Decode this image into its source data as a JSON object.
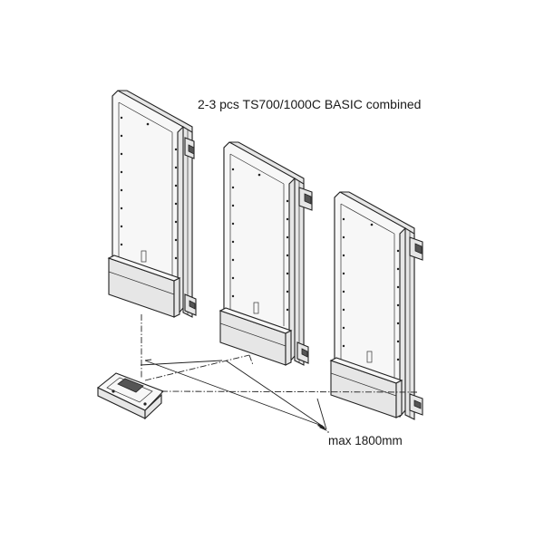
{
  "diagram": {
    "title": "2-3 pcs TS700/1000C BASIC combined",
    "distance_label": "max 1800mm",
    "antennas": [
      {
        "id": "antenna-1"
      },
      {
        "id": "antenna-2"
      },
      {
        "id": "antenna-3"
      }
    ],
    "control_unit": {
      "id": "control-unit"
    }
  }
}
